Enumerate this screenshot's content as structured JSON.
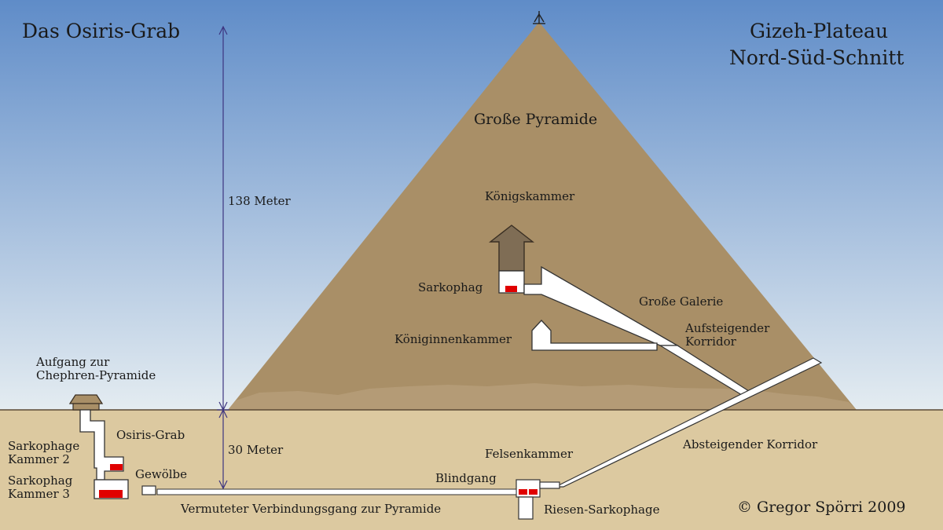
{
  "title": "Das Osiris-Grab",
  "subtitle_line1": "Gizeh-Plateau",
  "subtitle_line2": "Nord-Süd-Schnitt",
  "copyright": "© Gregor Spörri 2009",
  "labels": {
    "pyramid": "Große Pyramide",
    "kings_chamber": "Königskammer",
    "sarcophagus": "Sarkophag",
    "grand_gallery": "Große Galerie",
    "ascending_corridor": "Aufsteigender\nKorridor",
    "queens_chamber": "Königinnenkammer",
    "ascent": "Aufgang zur\nChephren-Pyramide",
    "height": "138 Meter",
    "depth": "30 Meter",
    "osiris_tomb": "Osiris-Grab",
    "sarc_chamber2": "Sarkophage\nKammer 2",
    "vault": "Gewölbe",
    "sarc_chamber3": "Sarkophag\nKammer 3",
    "connecting_passage": "Vermuteter Verbindungsgang zur Pyramide",
    "rock_chamber": "Felsenkammer",
    "dead_end": "Blindgang",
    "giant_sarcophagi": "Riesen-Sarkophage",
    "descending_corridor": "Absteigender Korridor"
  },
  "colors": {
    "sky_top": "#5f8cc8",
    "sky_bottom": "#dfe8ef",
    "pyramid": "#a98f67",
    "ground": "#dcc9a0",
    "passage": "#ffffff",
    "sarcophagus": "#e00000",
    "measure_line": "#3d3580"
  }
}
